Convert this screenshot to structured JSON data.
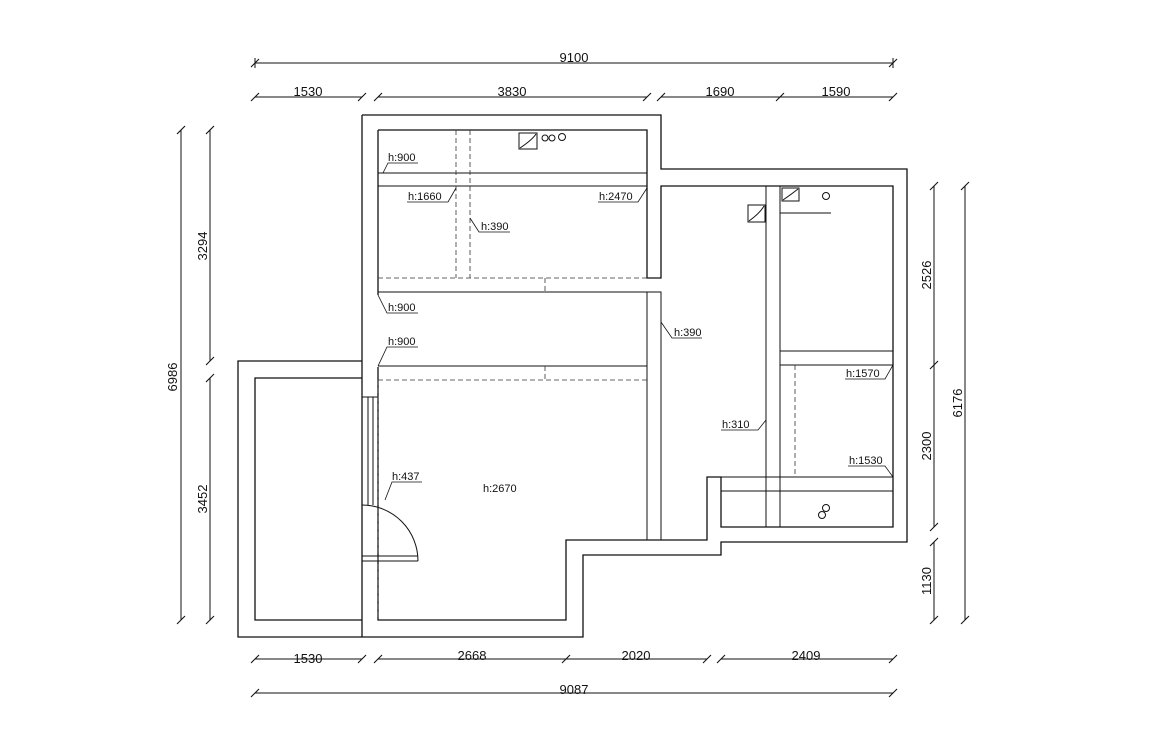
{
  "dimensions": {
    "top_total": "9100",
    "top_1": "1530",
    "top_2": "3830",
    "top_3": "1690",
    "top_4": "1590",
    "bottom_1": "1530",
    "bottom_2": "2668",
    "bottom_3": "2020",
    "bottom_4": "2409",
    "bottom_total": "9087",
    "left_total": "6986",
    "left_upper": "3294",
    "left_lower": "3452",
    "right_1": "2526",
    "right_2": "2300",
    "right_3": "1130",
    "right_total": "6176"
  },
  "heights": {
    "h900_a": "h:900",
    "h1660": "h:1660",
    "h2470": "h:2470",
    "h390_a": "h:390",
    "h900_b": "h:900",
    "h900_c": "h:900",
    "h390_b": "h:390",
    "h1570": "h:1570",
    "h310": "h:310",
    "h1530": "h:1530",
    "h437": "h:437",
    "h2670": "h:2670"
  }
}
